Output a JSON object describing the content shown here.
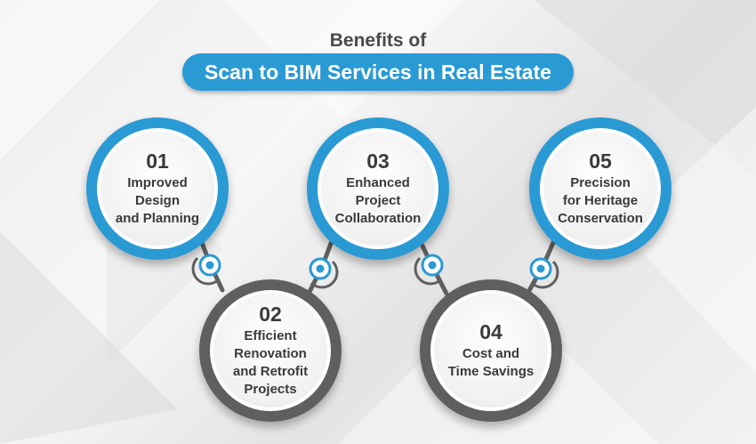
{
  "title": "Benefits of",
  "subtitle": "Scan to BIM Services in Real Estate",
  "colors": {
    "blue": "#2a9ad4",
    "dark": "#5f5f5f",
    "text": "#3a3a3a"
  },
  "benefits": [
    {
      "num": "01",
      "label": [
        "Improved",
        "Design",
        "and Planning"
      ]
    },
    {
      "num": "02",
      "label": [
        "Efficient",
        "Renovation",
        "and Retrofit",
        "Projects"
      ]
    },
    {
      "num": "03",
      "label": [
        "Enhanced",
        "Project",
        "Collaboration"
      ]
    },
    {
      "num": "04",
      "label": [
        "Cost and",
        "Time Savings"
      ]
    },
    {
      "num": "05",
      "label": [
        "Precision",
        "for Heritage",
        "Conservation"
      ]
    }
  ]
}
